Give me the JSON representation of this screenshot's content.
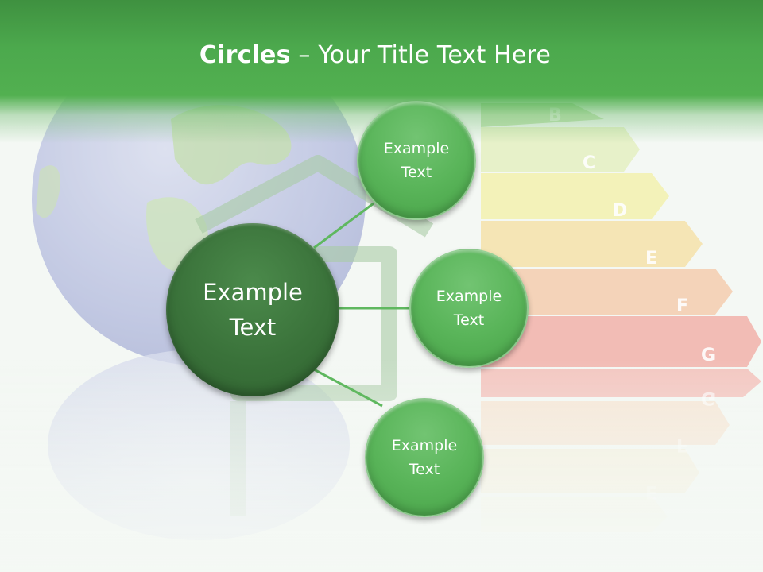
{
  "slide": {
    "title_bold": "Circles",
    "title_rest": " – Your Title Text Here"
  },
  "diagram": {
    "center": {
      "line1": "Example",
      "line2": "Text"
    },
    "nodes": [
      {
        "line1": "Example",
        "line2": "Text"
      },
      {
        "line1": "Example",
        "line2": "Text"
      },
      {
        "line1": "Example",
        "line2": "Text"
      }
    ]
  },
  "background": {
    "energy_labels": [
      "B",
      "C",
      "D",
      "E",
      "F",
      "G"
    ],
    "reflected_labels": [
      "G",
      "F",
      "E"
    ]
  },
  "colors": {
    "header": "#4caf50",
    "center_circle": "#3a723a",
    "node_circle": "#5ab55a",
    "connector": "#5fb85f"
  }
}
